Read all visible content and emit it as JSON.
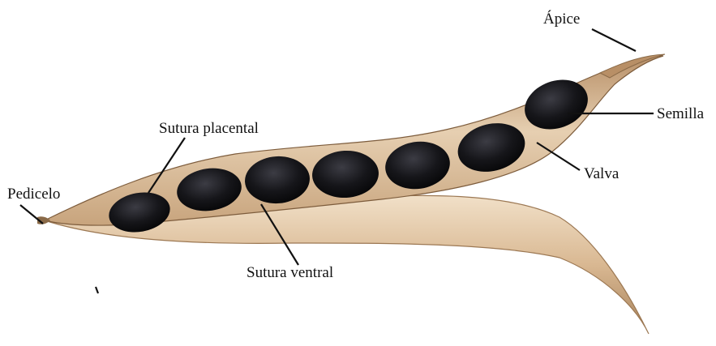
{
  "labels": {
    "apex": "Ápice",
    "seed": "Semilla",
    "placental_suture": "Sutura placental",
    "valve": "Valva",
    "pedicel": "Pedicelo",
    "ventral_suture": "Sutura ventral"
  },
  "colors": {
    "pod_light": "#e8d2b4",
    "pod_mid": "#c9a57c",
    "pod_dark": "#8a6a48",
    "seed": "#151518",
    "leader": "#111111"
  }
}
